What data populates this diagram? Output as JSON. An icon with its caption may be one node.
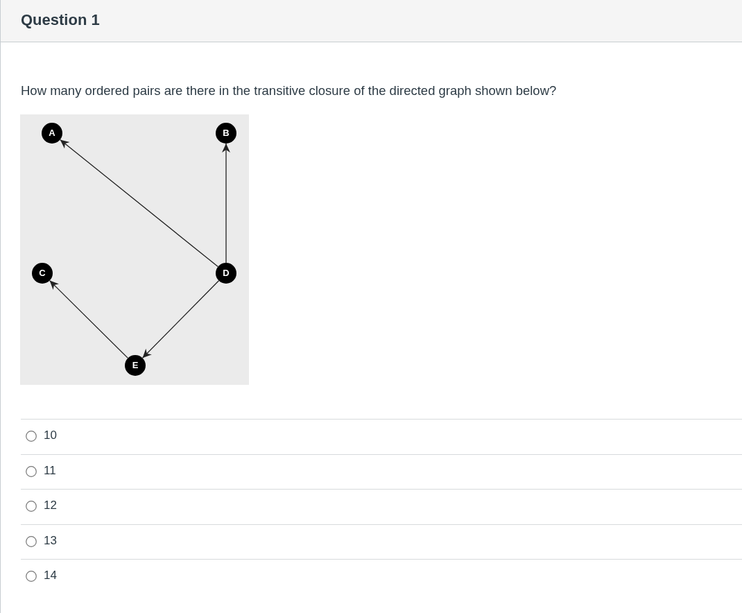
{
  "diagram": {
    "title": "Question 1",
    "nodes": [
      {
        "text": [
          "A"
        ]
      },
      {
        "text": [
          "B"
        ]
      },
      {
        "text": [
          "C"
        ]
      },
      {
        "text": [
          "D"
        ]
      },
      {
        "text": [
          "E"
        ]
      }
    ],
    "edges": [
      {
        "from": 3,
        "to": 0,
        "arrow": "to"
      },
      {
        "from": 3,
        "to": 1,
        "arrow": "to"
      },
      {
        "from": 3,
        "to": 4,
        "arrow": "to"
      },
      {
        "from": 4,
        "to": 2,
        "arrow": "to"
      }
    ],
    "labels": [
      "How many ordered pairs are there in the transitive closure of the directed graph shown below?",
      "10",
      "11",
      "12",
      "13",
      "14"
    ]
  }
}
